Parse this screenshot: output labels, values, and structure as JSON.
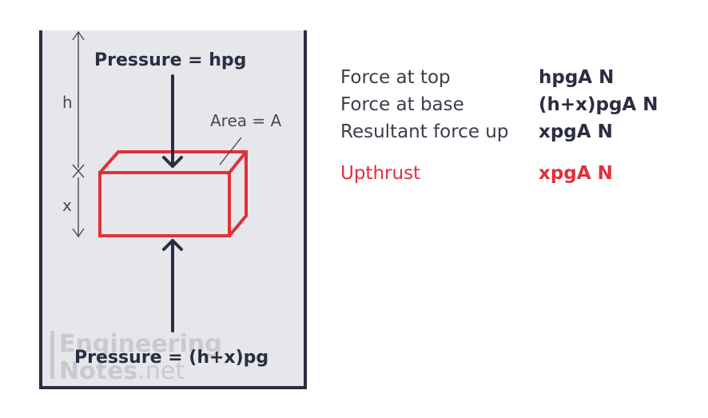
{
  "diagram": {
    "pressure_top": "Pressure = hpg",
    "pressure_bottom": "Pressure = (h+x)pg",
    "label_h": "h",
    "label_x": "x",
    "label_area": "Area = A",
    "watermark_line1": "Engineering",
    "watermark_line2": "Notes",
    "watermark_suffix": ".net"
  },
  "forces": [
    {
      "name": "Force at top",
      "value": "hpgA N"
    },
    {
      "name": "Force at base",
      "value": "(h+x)pgA N"
    },
    {
      "name": "Resultant force up",
      "value": "xpgA N"
    }
  ],
  "upthrust": {
    "name": "Upthrust",
    "value": "xpgA N"
  },
  "colors": {
    "fluid": "#e6e7ea",
    "container": "#2b2d42",
    "block": "#e0303a",
    "text": "#3b3d4a"
  }
}
